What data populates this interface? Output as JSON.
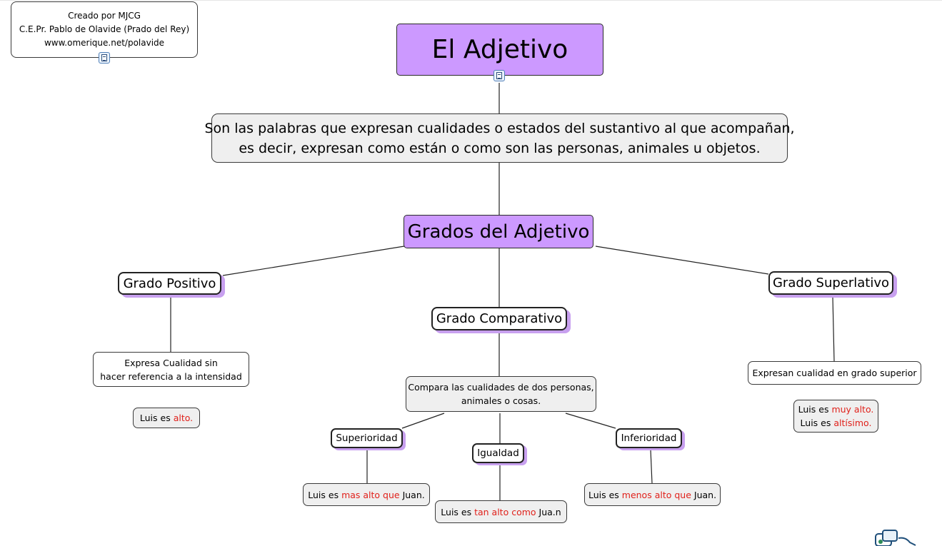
{
  "credits": {
    "line1": "Creado por MJCG",
    "line2": "C.E.Pr. Pablo de Olavide (Prado del Rey)",
    "line3": "www.omerique.net/polavide"
  },
  "title": "El Adjetivo",
  "definition": {
    "line1": "Son las palabras que expresan cualidades o estados del sustantivo al que acompañan,",
    "line2": "es decir, expresan como están o como son las personas, animales u objetos."
  },
  "grados_title": "Grados del Adjetivo",
  "positivo": {
    "label": "Grado Positivo",
    "desc_line1": "Expresa Cualidad sin",
    "desc_line2": "hacer referencia a la intensidad",
    "example_pre": "Luis es ",
    "example_red": "alto."
  },
  "comparativo": {
    "label": "Grado Comparativo",
    "desc_line1": "Compara las cualidades de dos personas,",
    "desc_line2": "animales o cosas.",
    "superioridad": {
      "label": "Superioridad",
      "example_pre": "Luis es ",
      "example_red": "mas alto que",
      "example_post": " Juan."
    },
    "igualdad": {
      "label": "Igualdad",
      "example_pre": "Luis es ",
      "example_red": "tan alto como",
      "example_post": " Jua.n"
    },
    "inferioridad": {
      "label": "Inferioridad",
      "example_pre": "Luis es ",
      "example_red": "menos alto que",
      "example_post": " Juan."
    }
  },
  "superlativo": {
    "label": "Grado Superlativo",
    "desc": "Expresan cualidad en grado superior",
    "example1_pre": "Luis es ",
    "example1_red": "muy alto.",
    "example2_pre": "Luis es ",
    "example2_red": "altísimo."
  },
  "colors": {
    "purple_fill": "#cc99ff",
    "shadow": "#c8a0ef",
    "grey_fill": "#efefef",
    "example_red": "#e0211b"
  },
  "icons": [
    "note-icon",
    "cmap-logo-icon"
  ]
}
